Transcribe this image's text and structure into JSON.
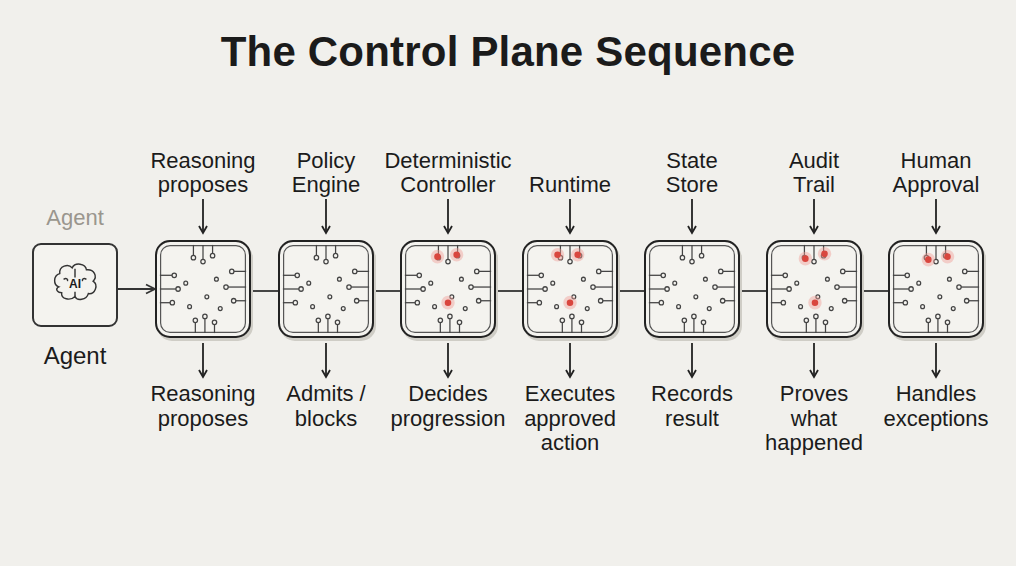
{
  "diagram": {
    "title": "The Control Plane Sequence",
    "nodes": [
      {
        "text": [
          "Agent",
          "AI",
          "Agent"
        ]
      },
      {
        "text": [
          "Reasoning proposes",
          "Reasoning proposes"
        ]
      },
      {
        "text": [
          "Policy Engine",
          "Admits / blocks"
        ]
      },
      {
        "text": [
          "Deterministic Controller",
          "Decides progression"
        ]
      },
      {
        "text": [
          "Runtime",
          "Executes approved action"
        ]
      },
      {
        "text": [
          "State Store",
          "Records result"
        ]
      },
      {
        "text": [
          "Audit Trail",
          "Proves what happened"
        ]
      },
      {
        "text": [
          "Human Approval",
          "Handles exceptions"
        ]
      }
    ],
    "edges": [
      {
        "from": 0,
        "to": 1,
        "arrow": "to"
      },
      {
        "from": 1,
        "to": 2,
        "arrow": "none"
      },
      {
        "from": 2,
        "to": 3,
        "arrow": "none"
      },
      {
        "from": 3,
        "to": 4,
        "arrow": "none"
      },
      {
        "from": 4,
        "to": 5,
        "arrow": "none"
      },
      {
        "from": 5,
        "to": 6,
        "arrow": "none"
      },
      {
        "from": 6,
        "to": 7,
        "arrow": "none"
      }
    ]
  }
}
